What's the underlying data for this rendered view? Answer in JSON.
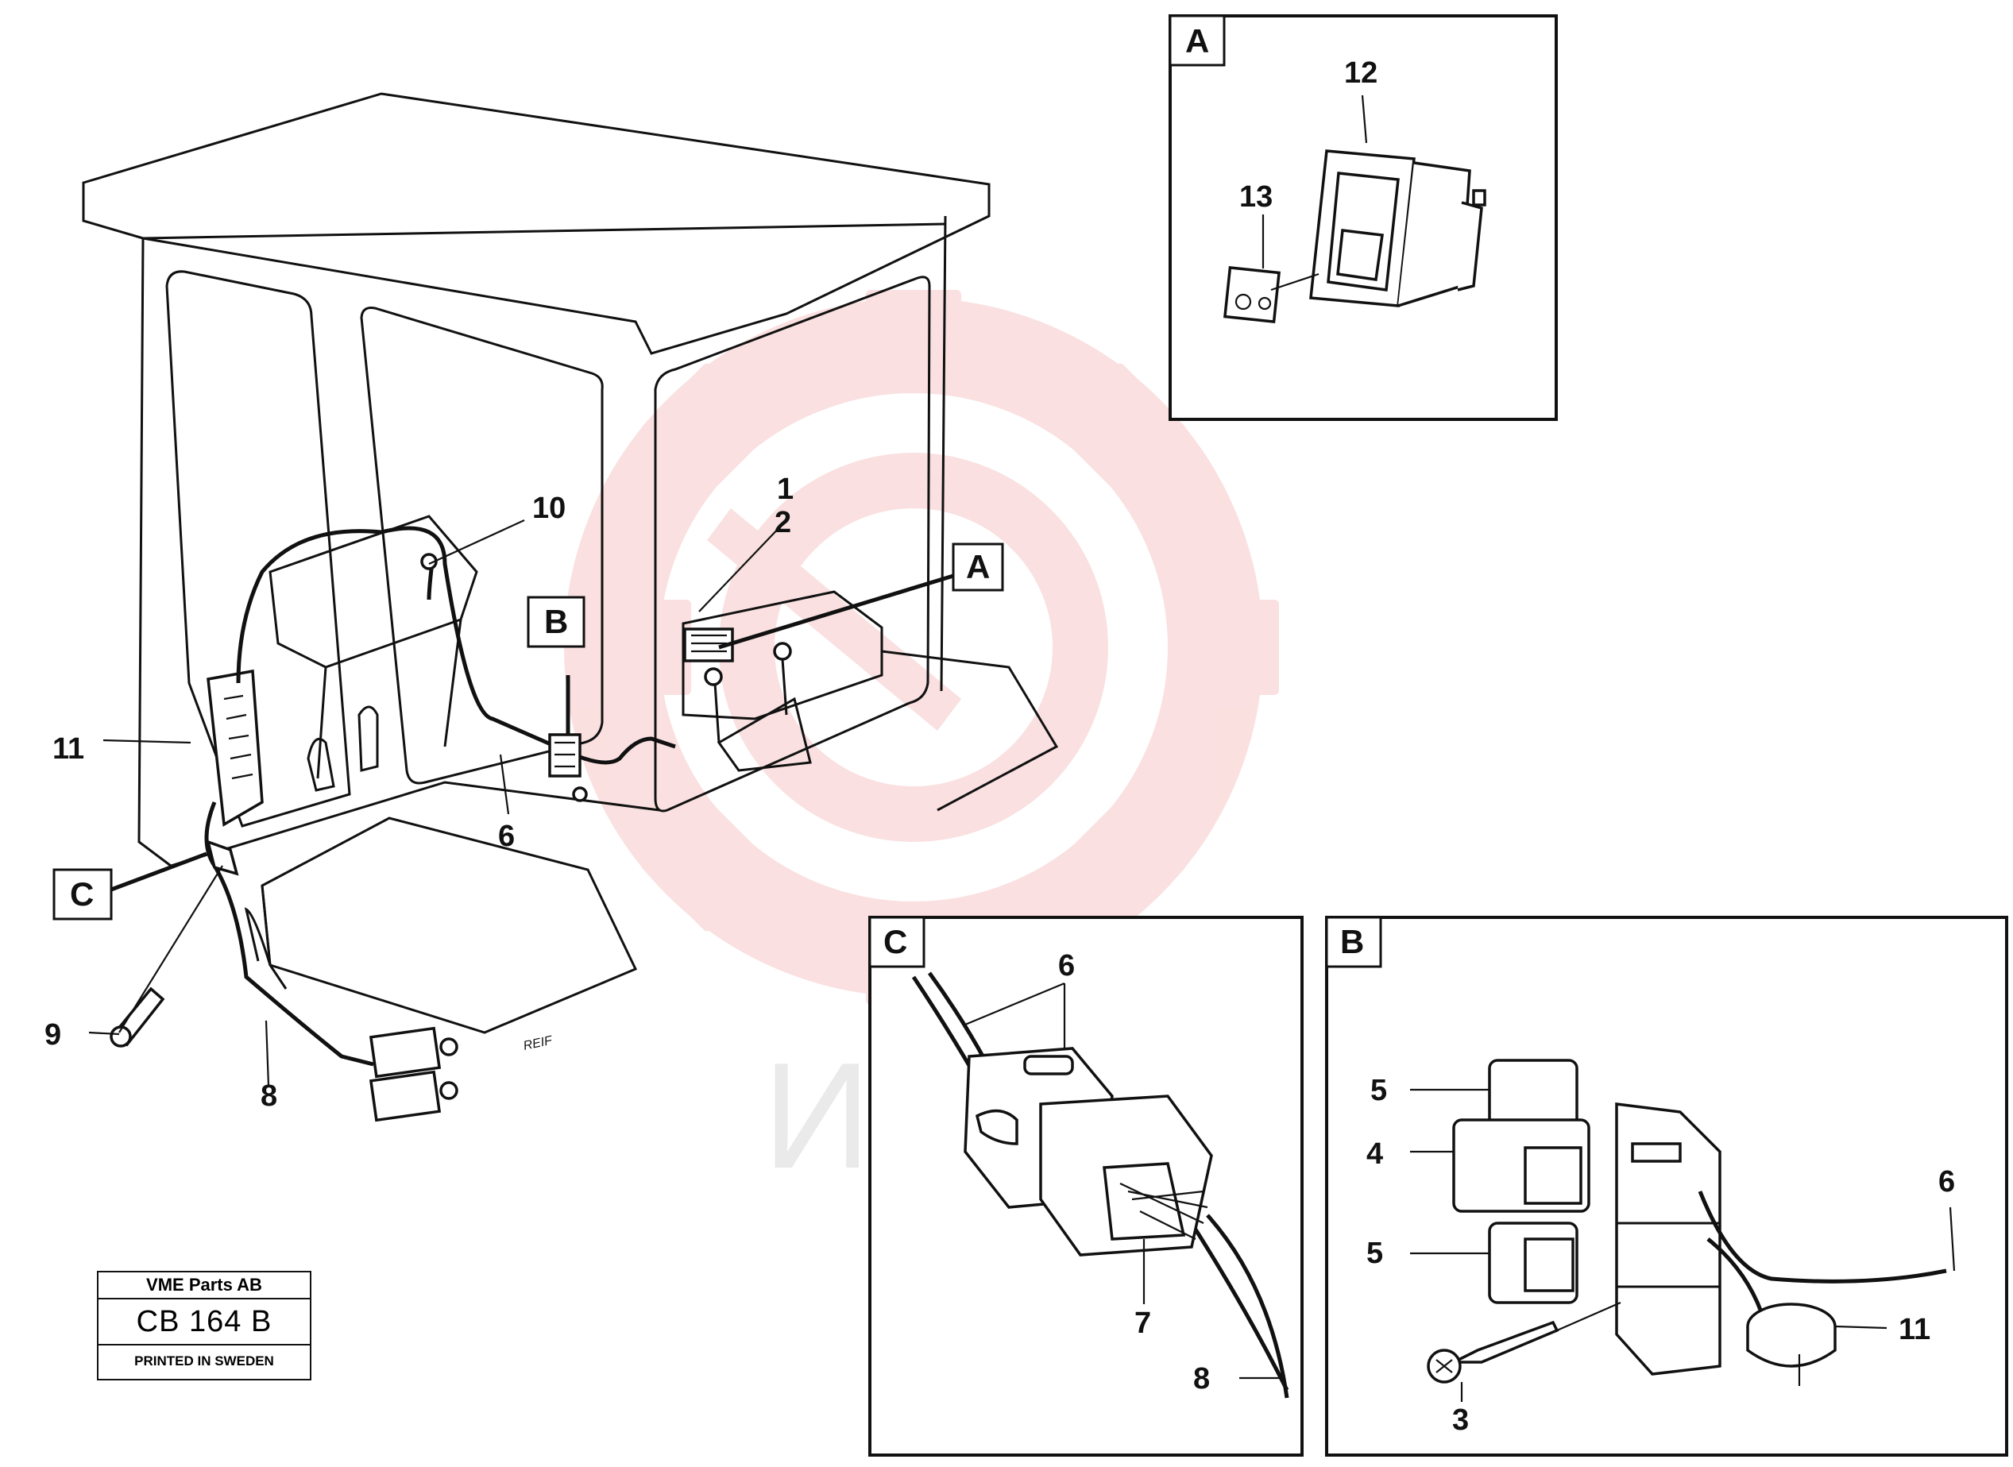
{
  "callouts": {
    "n1": "1",
    "n2": "2",
    "n3": "3",
    "n4": "4",
    "n5a": "5",
    "n5b": "5",
    "n6_main": "6",
    "n6_c": "6",
    "n6_b": "6",
    "n7": "7",
    "n8_main": "8",
    "n8_c": "8",
    "n9": "9",
    "n10": "10",
    "n11_main": "11",
    "n11_b": "11",
    "n12": "12",
    "n13": "13"
  },
  "detail_refs": {
    "a_main": "A",
    "b_main": "B",
    "c_main": "C",
    "a_box": "A",
    "b_box": "B",
    "c_box": "C"
  },
  "fender_mark": "REIF",
  "title_block": {
    "company": "VME Parts AB",
    "code": "CB 164 B",
    "printed": "PRINTED IN SWEDEN"
  },
  "watermark": {
    "text": "ИНТЕХ",
    "gear_color": "#f2a0a0",
    "text_color": "#d9d9d9"
  }
}
